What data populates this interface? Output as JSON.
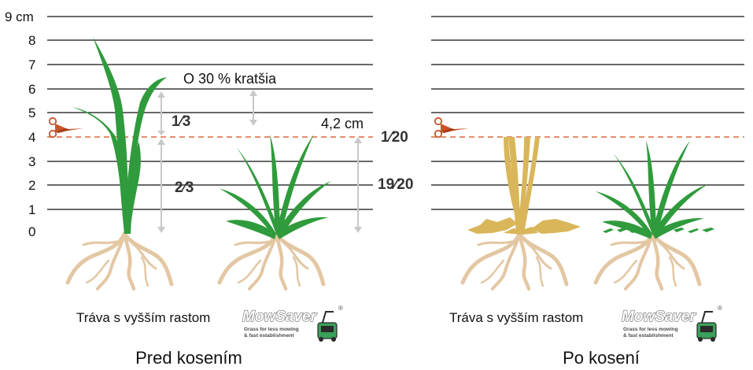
{
  "scale": {
    "unit_label": "9 cm",
    "tick_labels": [
      "8",
      "7",
      "6",
      "5",
      "4",
      "3",
      "2",
      "1",
      "0"
    ]
  },
  "cut_line": {
    "height_cm": 4,
    "color": "#d9683a"
  },
  "left_panel": {
    "title": "Pred kosením",
    "caption": "Tráva s vyšším rastom",
    "upper_fraction": "1⁄3",
    "lower_fraction": "2⁄3",
    "shorter_note": "O 30 % kratšia",
    "height_note": "4,2 cm",
    "top_fraction": "1⁄20",
    "bottom_fraction": "19⁄20"
  },
  "right_panel": {
    "title": "Po kosení",
    "caption": "Tráva s vyšším rastom"
  },
  "logo": {
    "name": "MowSaver",
    "registered": "®",
    "tagline_1": "Grass for less mowing",
    "tagline_2": "& fast establishment"
  },
  "colors": {
    "grass_green": "#2f9b3c",
    "clipping_tan": "#d9b65a",
    "root_tan": "#e3c7a3",
    "scale_line": "#111111",
    "arrow_gray": "#c8c8c8"
  },
  "icons": [
    "scissors-icon",
    "lawnmower-icon"
  ]
}
